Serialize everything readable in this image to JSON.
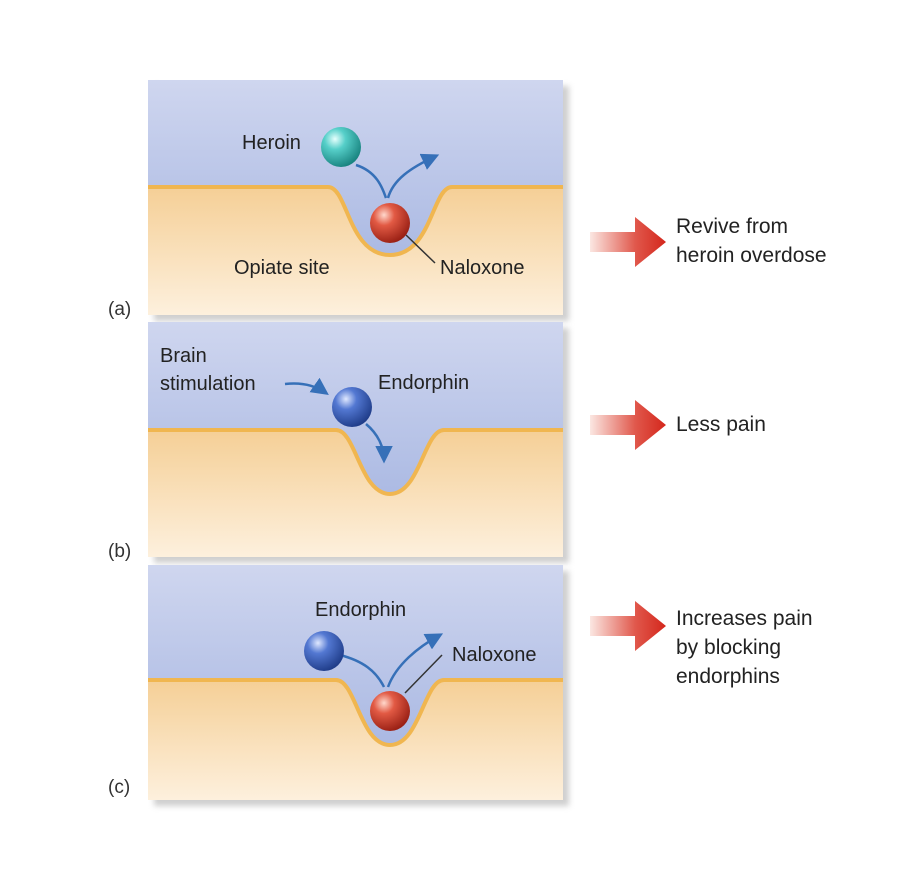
{
  "panels": [
    {
      "letter": "(a)",
      "labels": {
        "heroin": "Heroin",
        "opiate_site": "Opiate site",
        "naloxone": "Naloxone"
      },
      "outcome": "Revive from\nheroin overdose"
    },
    {
      "letter": "(b)",
      "labels": {
        "brain_stimulation": "Brain\nstimulation",
        "endorphin": "Endorphin"
      },
      "outcome": "Less pain"
    },
    {
      "letter": "(c)",
      "labels": {
        "endorphin": "Endorphin",
        "naloxone": "Naloxone"
      },
      "outcome": "Increases pain\nby blocking\nendorphins"
    }
  ],
  "colors": {
    "fluid": "#a9b8e1",
    "membrane": "#f6d7a6",
    "membrane_edge": "#f0b650",
    "heroin": "#3fbcb6",
    "naloxone": "#d2402b",
    "endorphin": "#3d5fb5",
    "arrow": "#3670b8",
    "outcome_arrow": "#d72a20"
  }
}
